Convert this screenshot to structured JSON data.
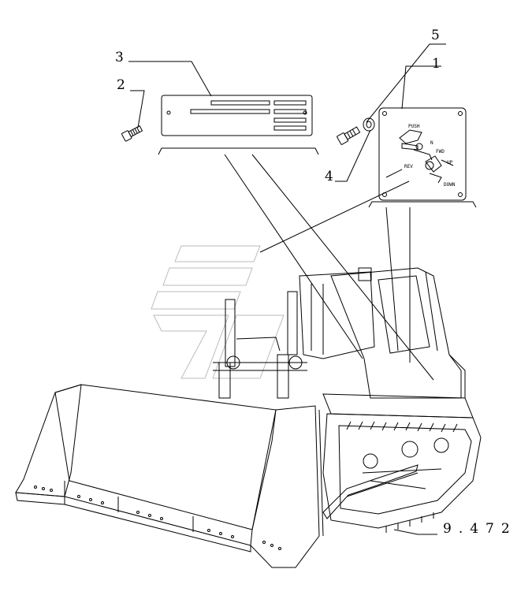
{
  "callouts": {
    "c1": "1",
    "c2": "2",
    "c3": "3",
    "c4": "4",
    "c5": "5"
  },
  "reference": "9.472",
  "decal_labels": {
    "top": "PUSH",
    "fwd": "FWD",
    "up": "UP",
    "down": "DOWN",
    "rev": "REV",
    "n": "N"
  }
}
